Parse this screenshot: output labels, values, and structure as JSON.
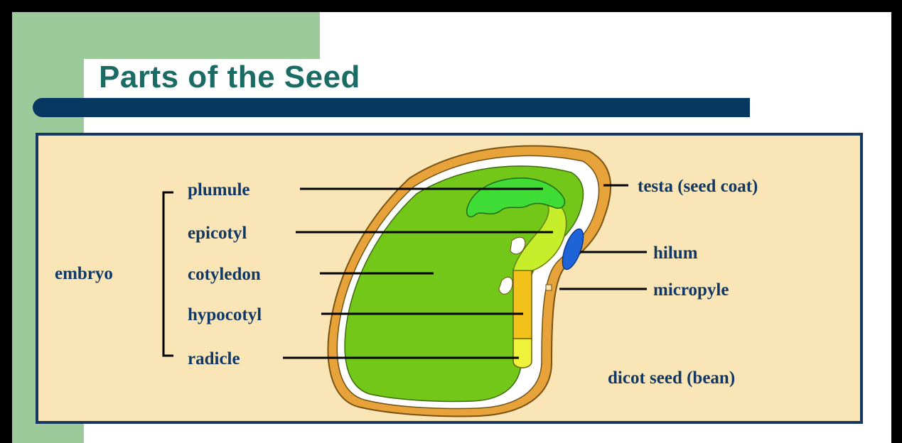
{
  "slide": {
    "title": "Parts of the Seed"
  },
  "diagram": {
    "group_label": "embryo",
    "labels": {
      "plumule": "plumule",
      "epicotyl": "epicotyl",
      "cotyledon": "cotyledon",
      "hypocotyl": "hypocotyl",
      "radicle": "radicle",
      "testa": "testa (seed coat)",
      "hilum": "hilum",
      "micropyle": "micropyle"
    },
    "caption": "dicot seed (bean)",
    "colors": {
      "background": "#fae5b6",
      "frame_border": "#16375f",
      "seed_coat": "#e7a33a",
      "cotyledon": "#72c719",
      "plumule": "#3edc34",
      "epicotyl": "#c6ee2a",
      "hypocotyl": "#f3c21a",
      "radicle": "#eff23a",
      "hilum": "#1f63d8",
      "label_text": "#123866",
      "title_text": "#1a6b64",
      "title_bar": "#063862",
      "side_panel": "#9dca9b"
    }
  }
}
